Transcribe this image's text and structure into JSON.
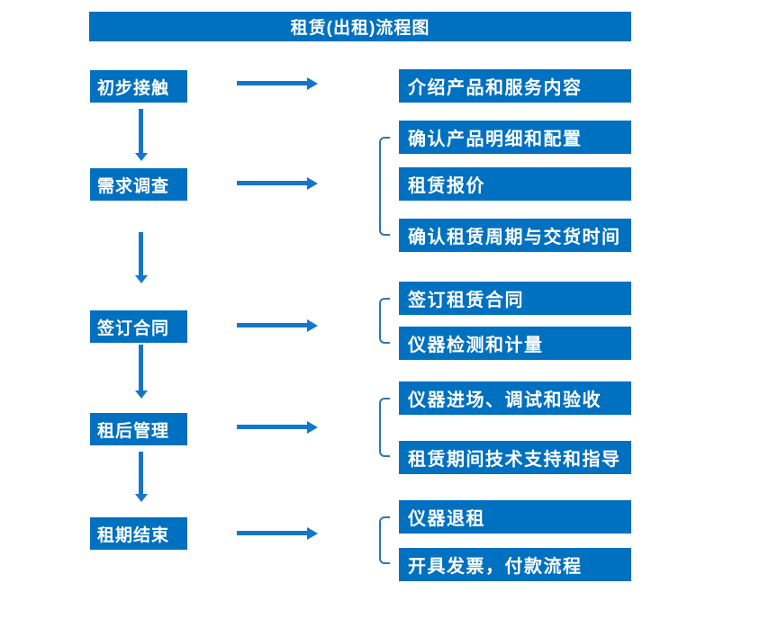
{
  "flow": {
    "title": "租赁(出租)流程图",
    "stages": [
      {
        "label": "初步接触",
        "steps": [
          "介绍产品和服务内容"
        ]
      },
      {
        "label": "需求调查",
        "steps": [
          "确认产品明细和配置",
          "租赁报价",
          "确认租赁周期与交货时间"
        ]
      },
      {
        "label": "签订合同",
        "steps": [
          "签订租赁合同",
          "仪器检测和计量"
        ]
      },
      {
        "label": "租后管理",
        "steps": [
          "仪器进场、调试和验收",
          "租赁期间技术支持和指导"
        ]
      },
      {
        "label": "租期结束",
        "steps": [
          "仪器退租",
          "开具发票，付款流程"
        ]
      }
    ]
  },
  "colors": {
    "box": "#0070C0",
    "arrow": "#1476CC",
    "bracket": "#2E75B6",
    "text": "#FFFFFF",
    "page_bg": "#FFFFFF"
  }
}
